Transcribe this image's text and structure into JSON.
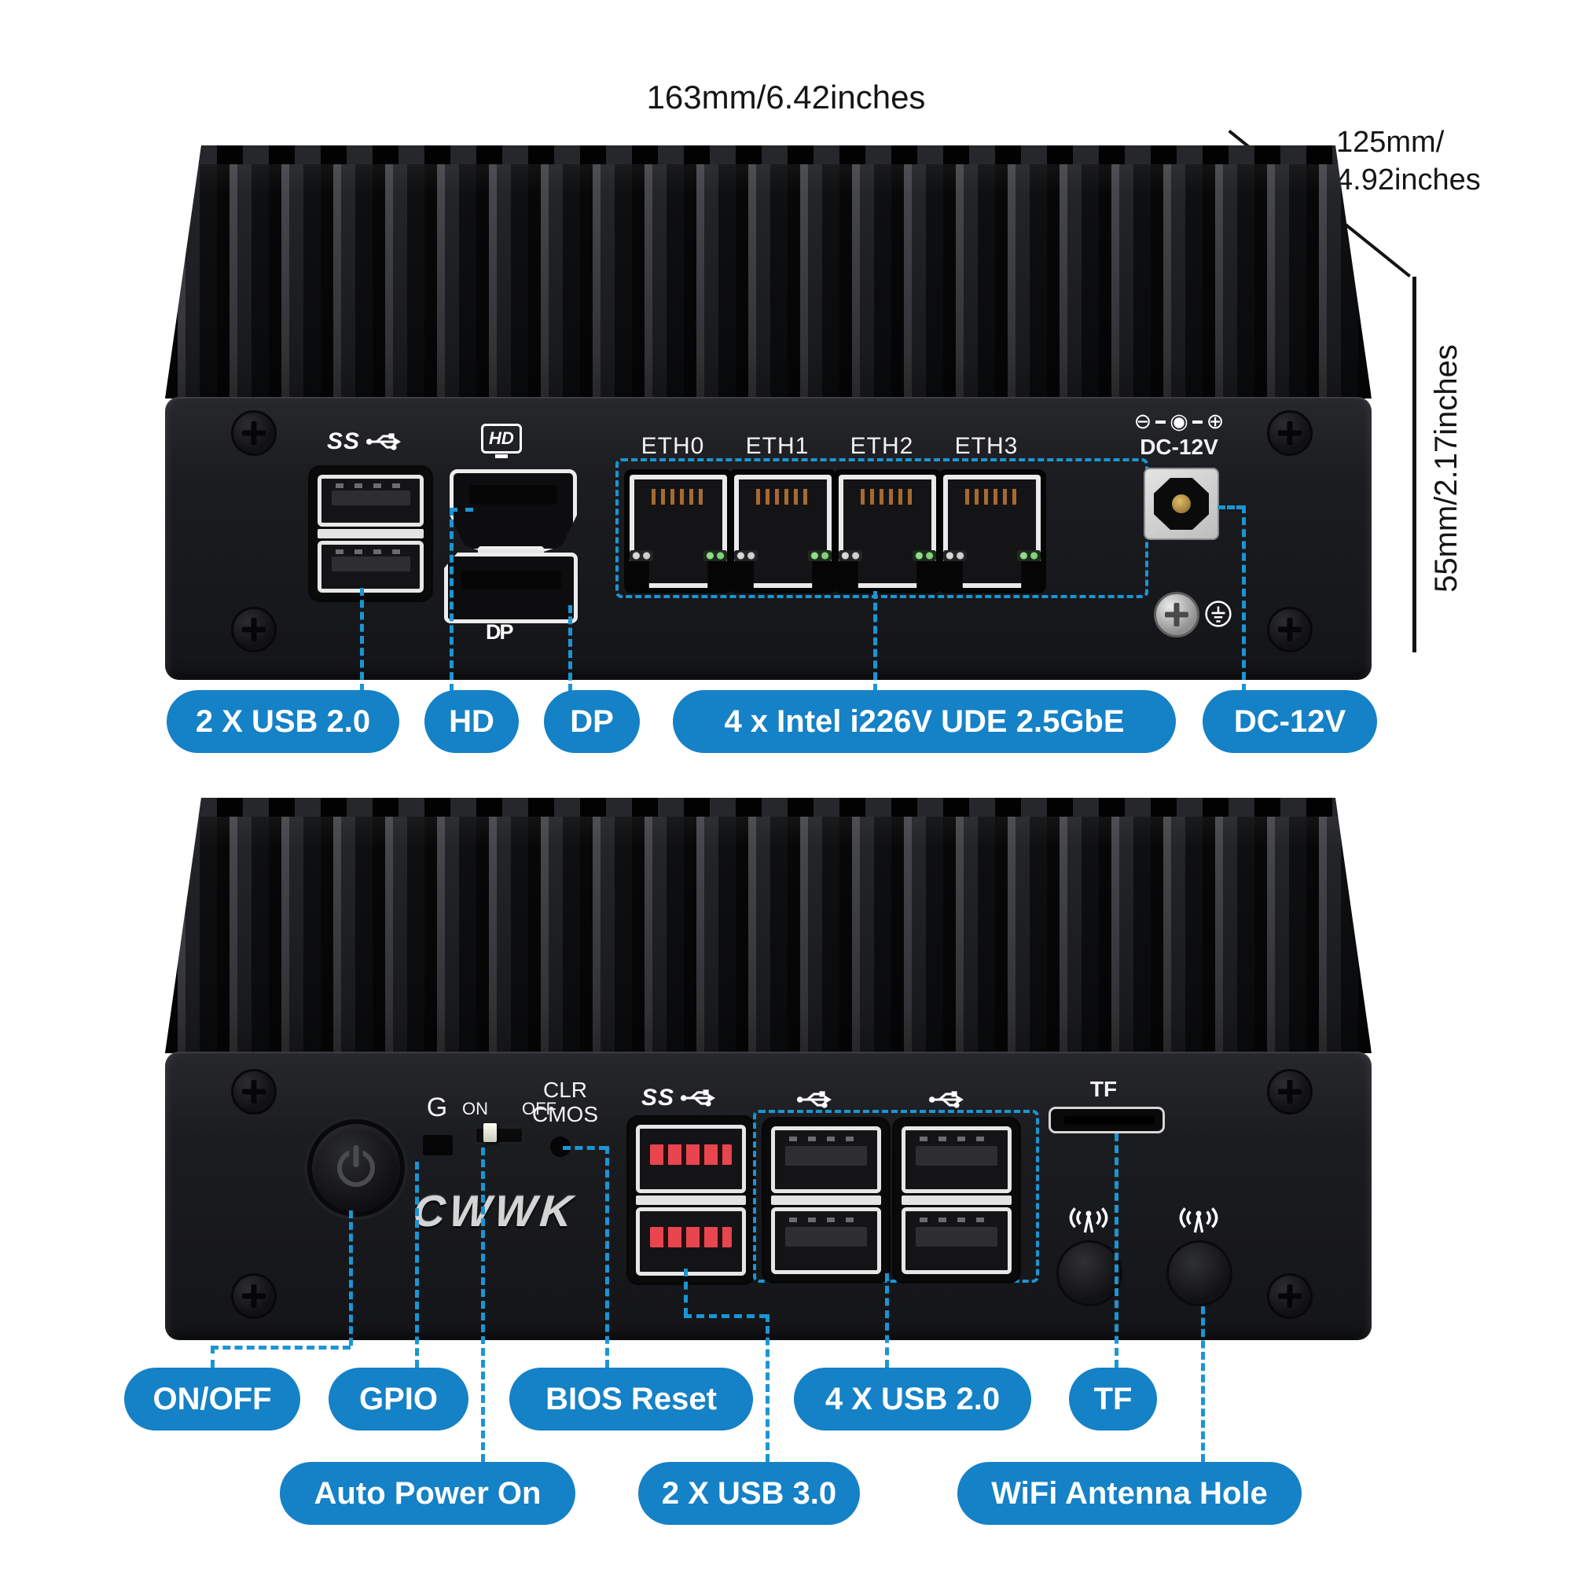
{
  "dimensions": {
    "width": "163mm/6.42inches",
    "depth_line1": "125mm/",
    "depth_line2": "4.92inches",
    "height": "55mm/2.17inches"
  },
  "top_device": {
    "usb_ss_label": "SS",
    "hd_icon": "HD",
    "dp_icon": "DP",
    "eth_labels": [
      "ETH0",
      "ETH1",
      "ETH2",
      "ETH3"
    ],
    "dc_polarity_minus": "⊖",
    "dc_polarity_center": "◉",
    "dc_polarity_plus": "⊕",
    "dc_label": "DC-12V"
  },
  "bottom_device": {
    "brand": "CWWK",
    "gpio_label": "G",
    "switch_on": "ON",
    "switch_off": "OFF",
    "clr_line1": "CLR",
    "clr_line2": "CMOS",
    "usb_ss_label": "SS",
    "tf_label": "TF"
  },
  "top_callouts": [
    "2 X USB 2.0",
    "HD",
    "DP",
    "4 x Intel i226V UDE 2.5GbE",
    "DC-12V"
  ],
  "bottom_callouts_row1": [
    "ON/OFF",
    "GPIO",
    "BIOS Reset",
    "4 X USB 2.0",
    "TF"
  ],
  "bottom_callouts_row2": [
    "Auto Power On",
    "2 X USB 3.0",
    "WiFi Antenna Hole"
  ],
  "colors": {
    "callout_blue": "#1581c6",
    "dash_blue": "#1b95d4",
    "usb3_red": "#e8454f"
  },
  "icons": {
    "top_usb": "ss-usb-trident-icon",
    "hdmi": "hd-monitor-icon",
    "dp": "displayport-icon",
    "power_jack": "polarity-center-positive-icon",
    "ground": "earth-ground-icon",
    "power_button": "power-icon",
    "usb2": "usb-trident-icon",
    "antenna": "wifi-antenna-icon"
  }
}
